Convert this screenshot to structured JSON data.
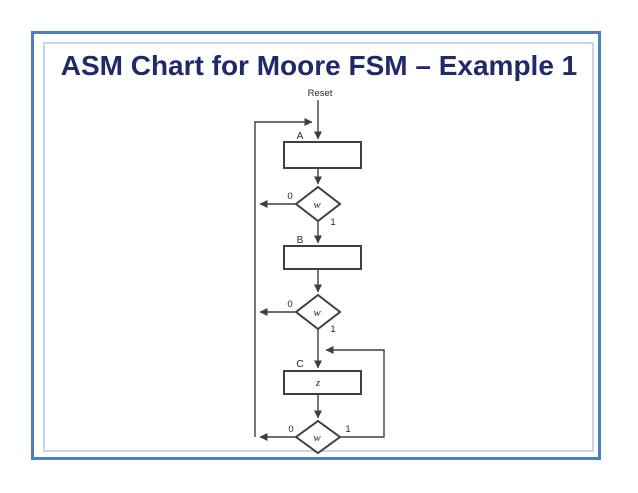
{
  "slide": {
    "title": "ASM Chart for Moore FSM – Example 1",
    "colors": {
      "title_text": "#1F2A68",
      "outer_border": "#4D80BE",
      "inner_border": "#C7D6EB",
      "diagram_lines": "#3F3F3F"
    }
  },
  "diagram": {
    "reset_label": "Reset",
    "states": [
      {
        "name": "A",
        "output": ""
      },
      {
        "name": "B",
        "output": ""
      },
      {
        "name": "C",
        "output": "z"
      }
    ],
    "decisions": [
      {
        "condition": "w",
        "false_label": "0",
        "true_label": "1"
      },
      {
        "condition": "w",
        "false_label": "0",
        "true_label": "1"
      },
      {
        "condition": "w",
        "false_label": "0",
        "true_label": "1"
      }
    ]
  }
}
